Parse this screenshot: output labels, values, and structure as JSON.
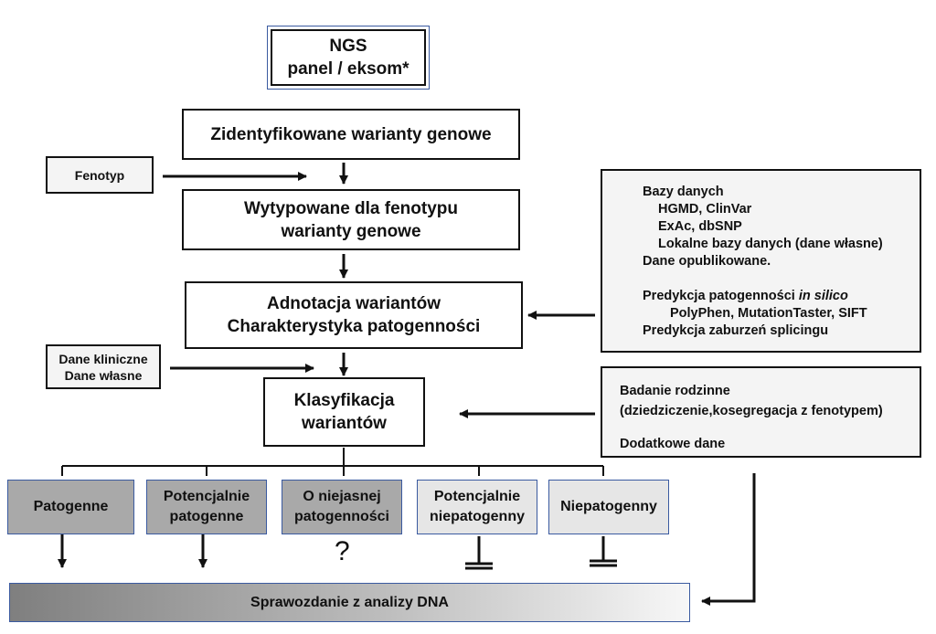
{
  "ngs": {
    "line1": "NGS",
    "line2": "panel / eksom*"
  },
  "identified": "Zidentyfikowane warianty genowe",
  "phenotype_input": "Fenotyp",
  "typed": {
    "line1": "Wytypowane dla fenotypu",
    "line2": "warianty genowe"
  },
  "annotation": {
    "line1": "Adnotacja wariantów",
    "line2": "Charakterystyka patogenności"
  },
  "clinical_input": {
    "line1": "Dane kliniczne",
    "line2": "Dane własne"
  },
  "classification": {
    "line1": "Klasyfikacja",
    "line2": "wariantów"
  },
  "databases": {
    "heading": "Bazy danych",
    "items": [
      "HGMD, ClinVar",
      "ExAc, dbSNP",
      "Lokalne bazy danych (dane własne)"
    ],
    "published": "Dane opublikowane.",
    "prediction_prefix": "Predykcja patogenności ",
    "prediction_italic": "in silico",
    "tools": "PolyPhen, MutationTaster, SIFT",
    "splicing": "Predykcja zaburzeń splicingu"
  },
  "family": {
    "line1": "Badanie rodzinne",
    "line2": "(dziedziczenie,kosegregacja z fenotypem)",
    "line3": "Dodatkowe dane"
  },
  "categories": [
    {
      "line1": "Patogenne",
      "line2": ""
    },
    {
      "line1": "Potencjalnie",
      "line2": "patogenne"
    },
    {
      "line1": "O niejasnej",
      "line2": "patogenności"
    },
    {
      "line1": "Potencjalnie",
      "line2": "niepatogenny"
    },
    {
      "line1": "Niepatogenny",
      "line2": ""
    }
  ],
  "uncertain_mark": "?",
  "report": "Sprawozdanie z analizy DNA"
}
